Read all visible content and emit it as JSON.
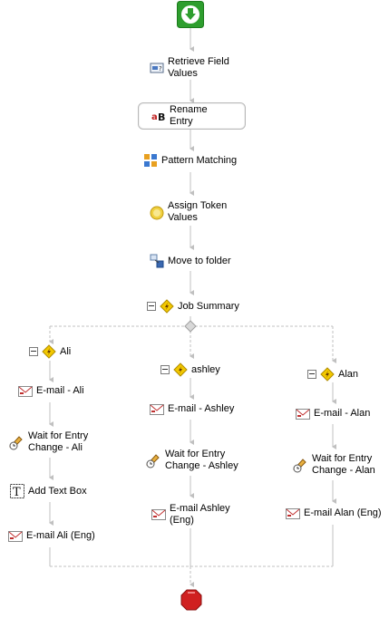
{
  "workflow": {
    "steps": [
      {
        "id": "retrieve",
        "label": "Retrieve Field\nValues",
        "icon": "form-field-icon"
      },
      {
        "id": "rename",
        "label": "Rename Entry",
        "icon": "rename-ab-icon"
      },
      {
        "id": "pattern",
        "label": "Pattern Matching",
        "icon": "pattern-blocks-icon"
      },
      {
        "id": "assign",
        "label": "Assign Token\nValues",
        "icon": "token-coin-icon"
      },
      {
        "id": "move",
        "label": "Move to folder",
        "icon": "move-folder-icon"
      },
      {
        "id": "summary",
        "label": "Job Summary",
        "icon": "decision-diamond-icon"
      }
    ],
    "branches": [
      {
        "name": "Ali",
        "steps": [
          "E-mail - Ali",
          "Wait for Entry\nChange - Ali",
          "Add Text Box",
          "E-mail Ali (Eng)"
        ]
      },
      {
        "name": "ashley",
        "steps": [
          "E-mail - Ashley",
          "Wait for Entry\nChange - Ashley",
          "E-mail Ashley\n(Eng)"
        ]
      },
      {
        "name": "Alan",
        "steps": [
          "E-mail - Alan",
          "Wait for Entry\nChange - Alan",
          "E-mail Alan (Eng)"
        ]
      }
    ],
    "colors": {
      "wire": "#c0c0c0",
      "start": "#2e9e2e",
      "stop": "#d02020",
      "diamond": "#f2c800"
    }
  }
}
